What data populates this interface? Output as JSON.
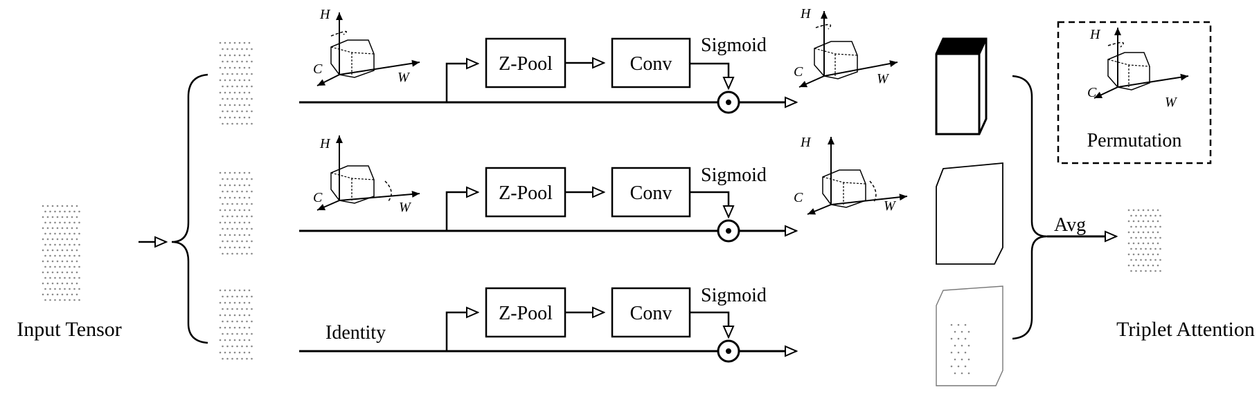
{
  "input_label": "Input Tensor",
  "output_label": "Triplet Attention",
  "identity_label": "Identity",
  "avg_label": "Avg",
  "legend": {
    "label": "Permutation"
  },
  "axes": {
    "h": "H",
    "w": "W",
    "c": "C"
  },
  "branches": [
    {
      "zpool": "Z-Pool",
      "conv": "Conv",
      "sigmoid": "Sigmoid"
    },
    {
      "zpool": "Z-Pool",
      "conv": "Conv",
      "sigmoid": "Sigmoid"
    },
    {
      "zpool": "Z-Pool",
      "conv": "Conv",
      "sigmoid": "Sigmoid"
    }
  ],
  "colors": {
    "line": "#000000",
    "dots": "#888888",
    "background": "#ffffff"
  }
}
